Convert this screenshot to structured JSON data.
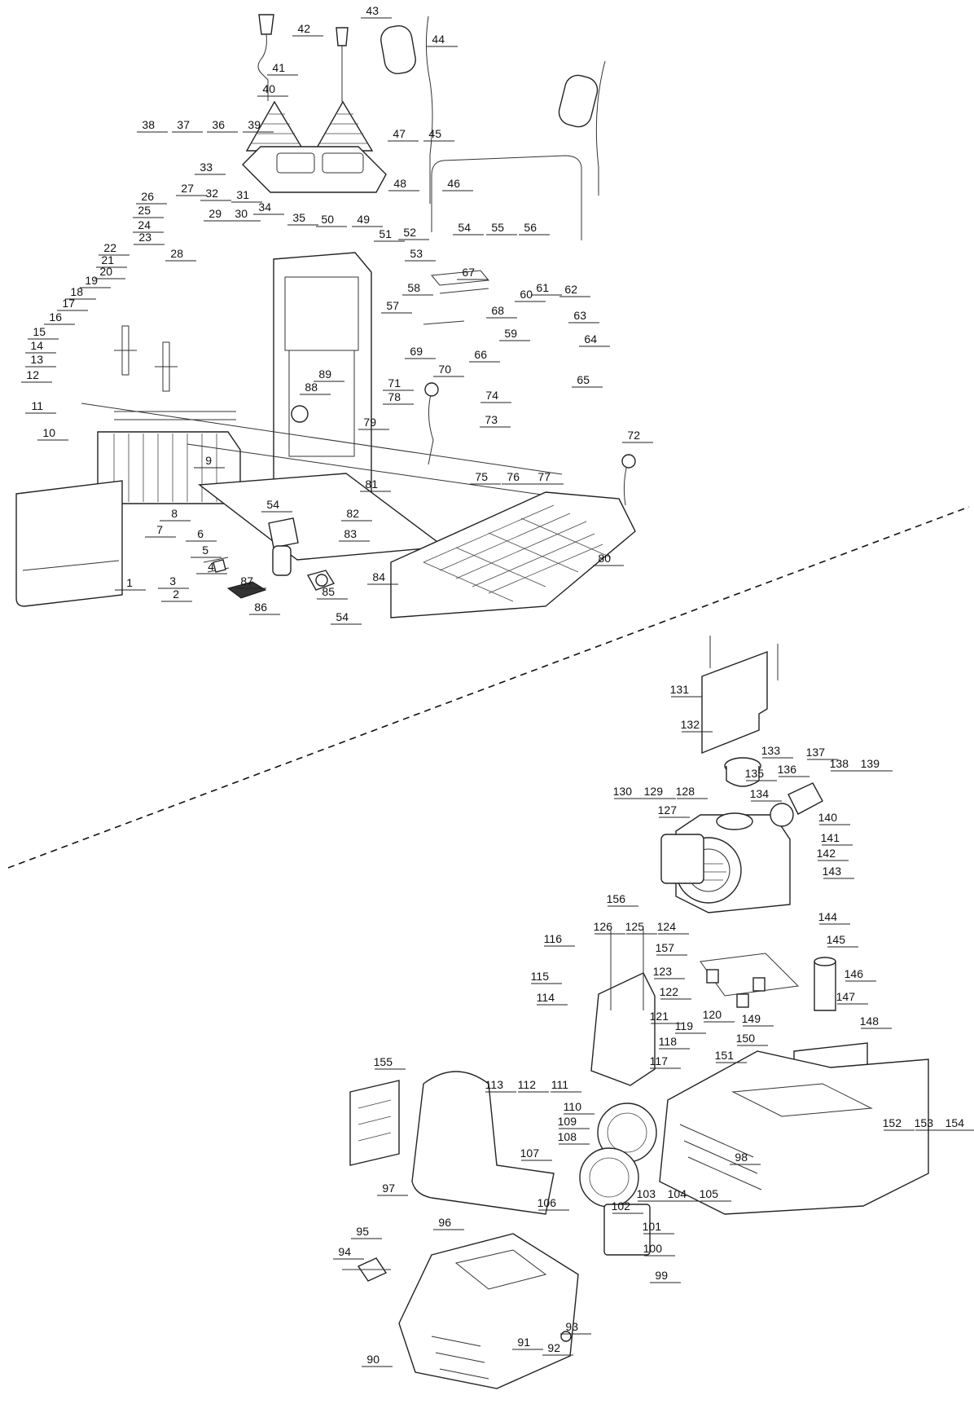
{
  "title": "",
  "separator": "dashed-diagonal",
  "upper_assembly": {
    "label_positions": [
      [
        "1",
        165,
        724
      ],
      [
        "2",
        222,
        738
      ],
      [
        "3",
        218,
        722
      ],
      [
        "4",
        265,
        704
      ],
      [
        "5",
        258,
        684
      ],
      [
        "6",
        252,
        664
      ],
      [
        "7",
        202,
        659
      ],
      [
        "8",
        220,
        639
      ],
      [
        "9",
        262,
        574
      ],
      [
        "10",
        70,
        540
      ],
      [
        "11",
        55,
        507
      ],
      [
        "12",
        50,
        469
      ],
      [
        "13",
        55,
        450
      ],
      [
        "14",
        55,
        433
      ],
      [
        "15",
        58,
        416
      ],
      [
        "16",
        78,
        398
      ],
      [
        "17",
        94,
        381
      ],
      [
        "18",
        104,
        367
      ],
      [
        "19",
        122,
        353
      ],
      [
        "20",
        140,
        342
      ],
      [
        "21",
        142,
        328
      ],
      [
        "22",
        145,
        313
      ],
      [
        "23",
        188,
        300
      ],
      [
        "24",
        187,
        285
      ],
      [
        "25",
        187,
        267
      ],
      [
        "26",
        191,
        250
      ],
      [
        "27",
        240,
        240
      ],
      [
        "28",
        227,
        320
      ],
      [
        "29",
        274,
        271
      ],
      [
        "30",
        306,
        271
      ],
      [
        "31",
        308,
        248
      ],
      [
        "32",
        270,
        246
      ],
      [
        "33",
        263,
        214
      ],
      [
        "34",
        335,
        263
      ],
      [
        "35",
        377,
        276
      ],
      [
        "36",
        278,
        162
      ],
      [
        "37",
        235,
        162
      ],
      [
        "38",
        192,
        162
      ],
      [
        "39",
        322,
        162
      ],
      [
        "40",
        340,
        118
      ],
      [
        "41",
        352,
        92
      ],
      [
        "42",
        383,
        44
      ],
      [
        "43",
        467,
        22
      ],
      [
        "44",
        548,
        57
      ],
      [
        "45",
        544,
        173
      ],
      [
        "46",
        567,
        234
      ],
      [
        "47",
        500,
        173
      ],
      [
        "48",
        501,
        234
      ],
      [
        "49",
        456,
        278
      ],
      [
        "50",
        412,
        278
      ],
      [
        "51",
        483,
        296
      ],
      [
        "52",
        513,
        294
      ],
      [
        "53",
        521,
        320
      ],
      [
        "54",
        580,
        288
      ],
      [
        "55",
        621,
        288
      ],
      [
        "56",
        661,
        288
      ],
      [
        "57",
        492,
        384
      ],
      [
        "58",
        518,
        362
      ],
      [
        "59",
        637,
        418
      ],
      [
        "60",
        656,
        370
      ],
      [
        "61",
        676,
        362
      ],
      [
        "62",
        711,
        364
      ],
      [
        "63",
        722,
        396
      ],
      [
        "64",
        735,
        425
      ],
      [
        "65",
        726,
        475
      ],
      [
        "66",
        600,
        444
      ],
      [
        "67",
        585,
        343
      ],
      [
        "68",
        621,
        390
      ],
      [
        "69",
        521,
        440
      ],
      [
        "70",
        556,
        462
      ],
      [
        "71",
        494,
        479
      ],
      [
        "72",
        788,
        543
      ],
      [
        "73",
        613,
        524
      ],
      [
        "74",
        614,
        494
      ],
      [
        "75",
        601,
        594
      ],
      [
        "76",
        640,
        594
      ],
      [
        "77",
        678,
        594
      ],
      [
        "78",
        494,
        496
      ],
      [
        "79",
        464,
        527
      ],
      [
        "80",
        752,
        694
      ],
      [
        "81",
        466,
        603
      ],
      [
        "82",
        443,
        639
      ],
      [
        "83",
        440,
        664
      ],
      [
        "84",
        475,
        717
      ],
      [
        "85",
        413,
        735
      ],
      [
        "86",
        330,
        754
      ],
      [
        "87",
        313,
        722
      ],
      [
        "88",
        392,
        484
      ],
      [
        "89",
        409,
        468
      ],
      [
        "54",
        345,
        628
      ],
      [
        "54",
        430,
        766
      ]
    ]
  },
  "lower_assembly": {
    "label_positions": [
      [
        "90",
        468,
        1677
      ],
      [
        "91",
        653,
        1656
      ],
      [
        "92",
        690,
        1663
      ],
      [
        "93",
        712,
        1637
      ],
      [
        "94",
        433,
        1545
      ],
      [
        "95",
        455,
        1520
      ],
      [
        "96",
        556,
        1509
      ],
      [
        "97",
        487,
        1467
      ],
      [
        "98",
        920,
        1429
      ],
      [
        "99",
        822,
        1574
      ],
      [
        "100",
        815,
        1541
      ],
      [
        "101",
        814,
        1514
      ],
      [
        "102",
        776,
        1489
      ],
      [
        "103",
        807,
        1474
      ],
      [
        "104",
        845,
        1474
      ],
      [
        "105",
        884,
        1474
      ],
      [
        "106",
        685,
        1485
      ],
      [
        "107",
        664,
        1424
      ],
      [
        "108",
        710,
        1404
      ],
      [
        "109",
        710,
        1385
      ],
      [
        "110",
        716,
        1367
      ],
      [
        "111",
        700,
        1340
      ],
      [
        "112",
        660,
        1340
      ],
      [
        "113",
        620,
        1340
      ],
      [
        "114",
        683,
        1233
      ],
      [
        "115",
        676,
        1207
      ],
      [
        "116",
        692,
        1161
      ],
      [
        "117",
        822,
        1311
      ],
      [
        "118",
        833,
        1287
      ],
      [
        "119",
        853,
        1268
      ],
      [
        "120",
        888,
        1254
      ],
      [
        "121",
        823,
        1256
      ],
      [
        "122",
        835,
        1226
      ],
      [
        "123",
        827,
        1201
      ],
      [
        "124",
        832,
        1146
      ],
      [
        "125",
        793,
        1146
      ],
      [
        "126",
        754,
        1146
      ],
      [
        "127",
        833,
        1003
      ],
      [
        "128",
        855,
        980
      ],
      [
        "129",
        816,
        980
      ],
      [
        "130",
        778,
        980
      ],
      [
        "131",
        848,
        855
      ],
      [
        "132",
        861,
        898
      ],
      [
        "133",
        960,
        930
      ],
      [
        "134",
        946,
        983
      ],
      [
        "135",
        940,
        958
      ],
      [
        "136",
        980,
        953
      ],
      [
        "137",
        1015,
        932
      ],
      [
        "138",
        1044,
        946
      ],
      [
        "139",
        1082,
        946
      ],
      [
        "140",
        1030,
        1012
      ],
      [
        "141",
        1033,
        1037
      ],
      [
        "142",
        1028,
        1056
      ],
      [
        "143",
        1035,
        1078
      ],
      [
        "144",
        1030,
        1134
      ],
      [
        "145",
        1040,
        1162
      ],
      [
        "146",
        1062,
        1204
      ],
      [
        "147",
        1052,
        1232
      ],
      [
        "148",
        1081,
        1262
      ],
      [
        "149",
        936,
        1259
      ],
      [
        "150",
        929,
        1283
      ],
      [
        "151",
        903,
        1304
      ],
      [
        "152",
        1109,
        1387
      ],
      [
        "153",
        1148,
        1387
      ],
      [
        "154",
        1186,
        1387
      ],
      [
        "155",
        484,
        1312
      ],
      [
        "156",
        770,
        1112
      ],
      [
        "157",
        830,
        1172
      ]
    ]
  }
}
